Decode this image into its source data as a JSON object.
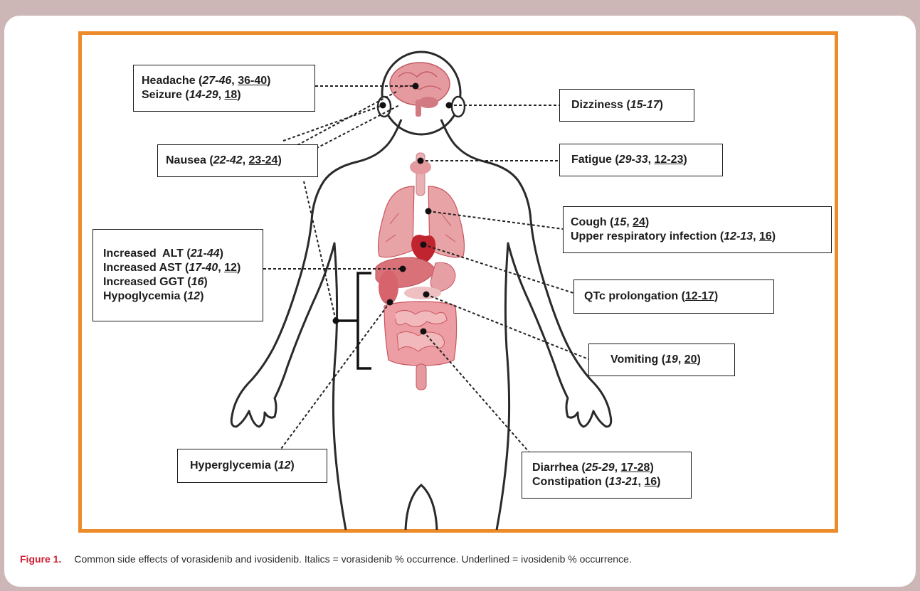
{
  "labels": {
    "headache": {
      "parts": [
        "Headache (",
        "27-46",
        ", ",
        "36-40",
        ")"
      ]
    },
    "seizure": {
      "parts": [
        "Seizure (",
        "14-29",
        ", ",
        "18",
        ")"
      ]
    },
    "dizziness": {
      "parts": [
        "Dizziness (",
        "15-17",
        ")"
      ]
    },
    "nausea": {
      "parts": [
        "Nausea (",
        "22-42",
        ", ",
        "23-24",
        ")"
      ]
    },
    "fatigue": {
      "parts": [
        "Fatigue (",
        "29-33",
        ", ",
        "12-23",
        ")"
      ]
    },
    "cough": {
      "parts": [
        "Cough (",
        "15",
        ", ",
        "24",
        ")"
      ]
    },
    "uri": {
      "parts": [
        "Upper respiratory infection (",
        "12-13",
        ", ",
        "16",
        ")"
      ]
    },
    "alt": {
      "parts": [
        "Increased  ALT (",
        "21-44",
        ")"
      ]
    },
    "ast": {
      "parts": [
        "Increased AST (",
        "17-40",
        ", ",
        "12",
        ")"
      ]
    },
    "ggt": {
      "parts": [
        "Increased GGT (",
        "16",
        ")"
      ]
    },
    "hypo": {
      "parts": [
        "Hypoglycemia (",
        "12",
        ")"
      ]
    },
    "qtc": {
      "parts": [
        "QTc prolongation (",
        "12-17",
        ")"
      ]
    },
    "vomiting": {
      "parts": [
        "Vomiting (",
        "19",
        ", ",
        "20",
        ")"
      ]
    },
    "hyper": {
      "parts": [
        "Hyperglycemia (",
        "12",
        ")"
      ]
    },
    "diarrhea": {
      "parts": [
        "Diarrhea (",
        "25-29",
        ", ",
        "17-28",
        ")"
      ]
    },
    "constipation": {
      "parts": [
        "Constipation (",
        "13-21",
        ", ",
        "16",
        ")"
      ]
    }
  },
  "caption": {
    "title": "Figure 1.",
    "text": "Common side effects of vorasidenib and ivosidenib. Italics = vorasidenib % occurrence. Underlined = ivosidenib % occurrence."
  },
  "colors": {
    "background": "#ccb7b6",
    "frame": "#ec8b2a",
    "caption_title": "#ce2032",
    "organ": "#e8a3a6",
    "organ_dark": "#c9545e",
    "heart": "#c0242f"
  }
}
